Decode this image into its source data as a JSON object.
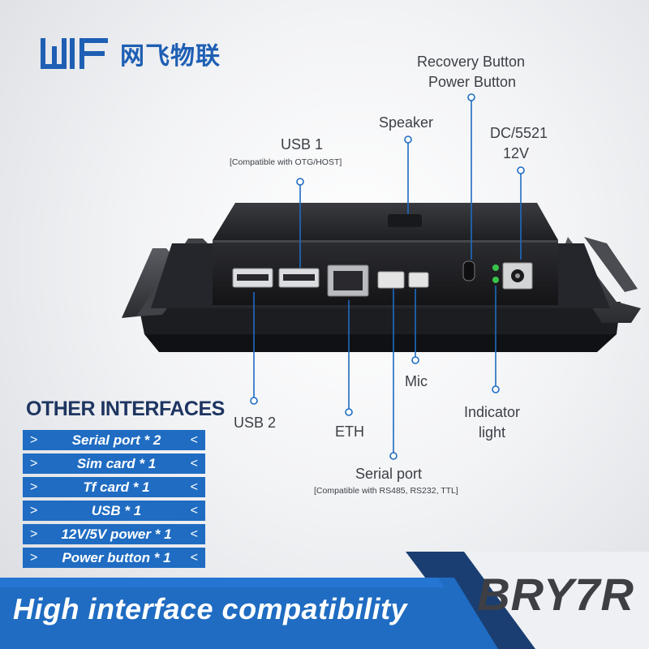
{
  "brand": {
    "name": "网飞物联",
    "mark": "WIF"
  },
  "labels": {
    "recovery_button": "Recovery Button",
    "power_button": "Power Button",
    "speaker": "Speaker",
    "dc": "DC/5521",
    "dc_volt": "12V",
    "usb1": "USB 1",
    "usb1_note": "[Compatible with OTG/HOST]",
    "usb2": "USB 2",
    "eth": "ETH",
    "mic": "Mic",
    "indicator": "Indicator",
    "indicator2": "light",
    "serial": "Serial port",
    "serial_note": "[Compatible with RS485, RS232, TTL]"
  },
  "other_interfaces": {
    "title": "OTHER INTERFACES",
    "items": [
      "Serial port * 2",
      "Sim  card * 1",
      "Tf  card * 1",
      "USB  * 1",
      "12V/5V power  * 1",
      "Power button  * 1"
    ],
    "left_marker": ">",
    "right_marker": "<"
  },
  "banner": {
    "tagline": "High interface compatibility",
    "model": "BRY7R",
    "colors": {
      "bar": "#1f6cc2",
      "dark": "#1a3e72",
      "accent": "#2a7de0"
    }
  }
}
